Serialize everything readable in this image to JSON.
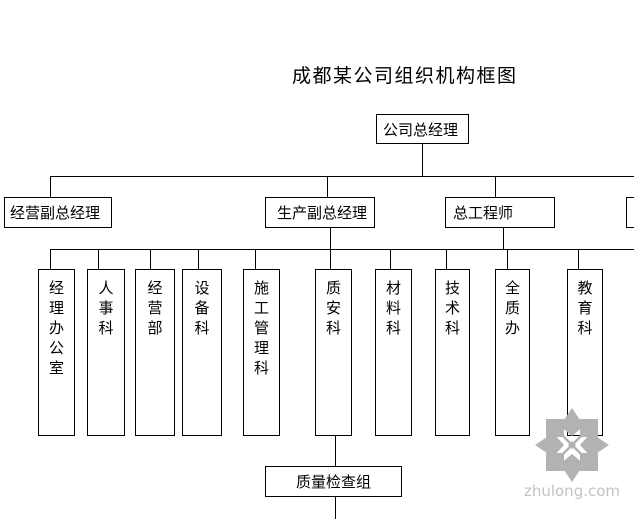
{
  "title": "成都某公司组织机构框图",
  "nodes": {
    "general_manager": "公司总经理",
    "deputy_operations": "经营副总经理",
    "deputy_production": "生产副总经理",
    "chief_engineer": "总工程师",
    "quality_check_group": "质量检查组"
  },
  "departments": [
    {
      "label": "经理办公室"
    },
    {
      "label": "人事科"
    },
    {
      "label": "经营部"
    },
    {
      "label": "设备科"
    },
    {
      "label": "施工管理科"
    },
    {
      "label": "质安科"
    },
    {
      "label": "材料科"
    },
    {
      "label": "技术科"
    },
    {
      "label": "全质办"
    },
    {
      "label": "教育科"
    }
  ],
  "watermark": {
    "text": "zhulong.com",
    "logo_color": "#b2b2b2",
    "text_color": "#c3c3c3"
  },
  "colors": {
    "line": "#000000",
    "background": "#ffffff",
    "box_fill": "#ffffff"
  }
}
